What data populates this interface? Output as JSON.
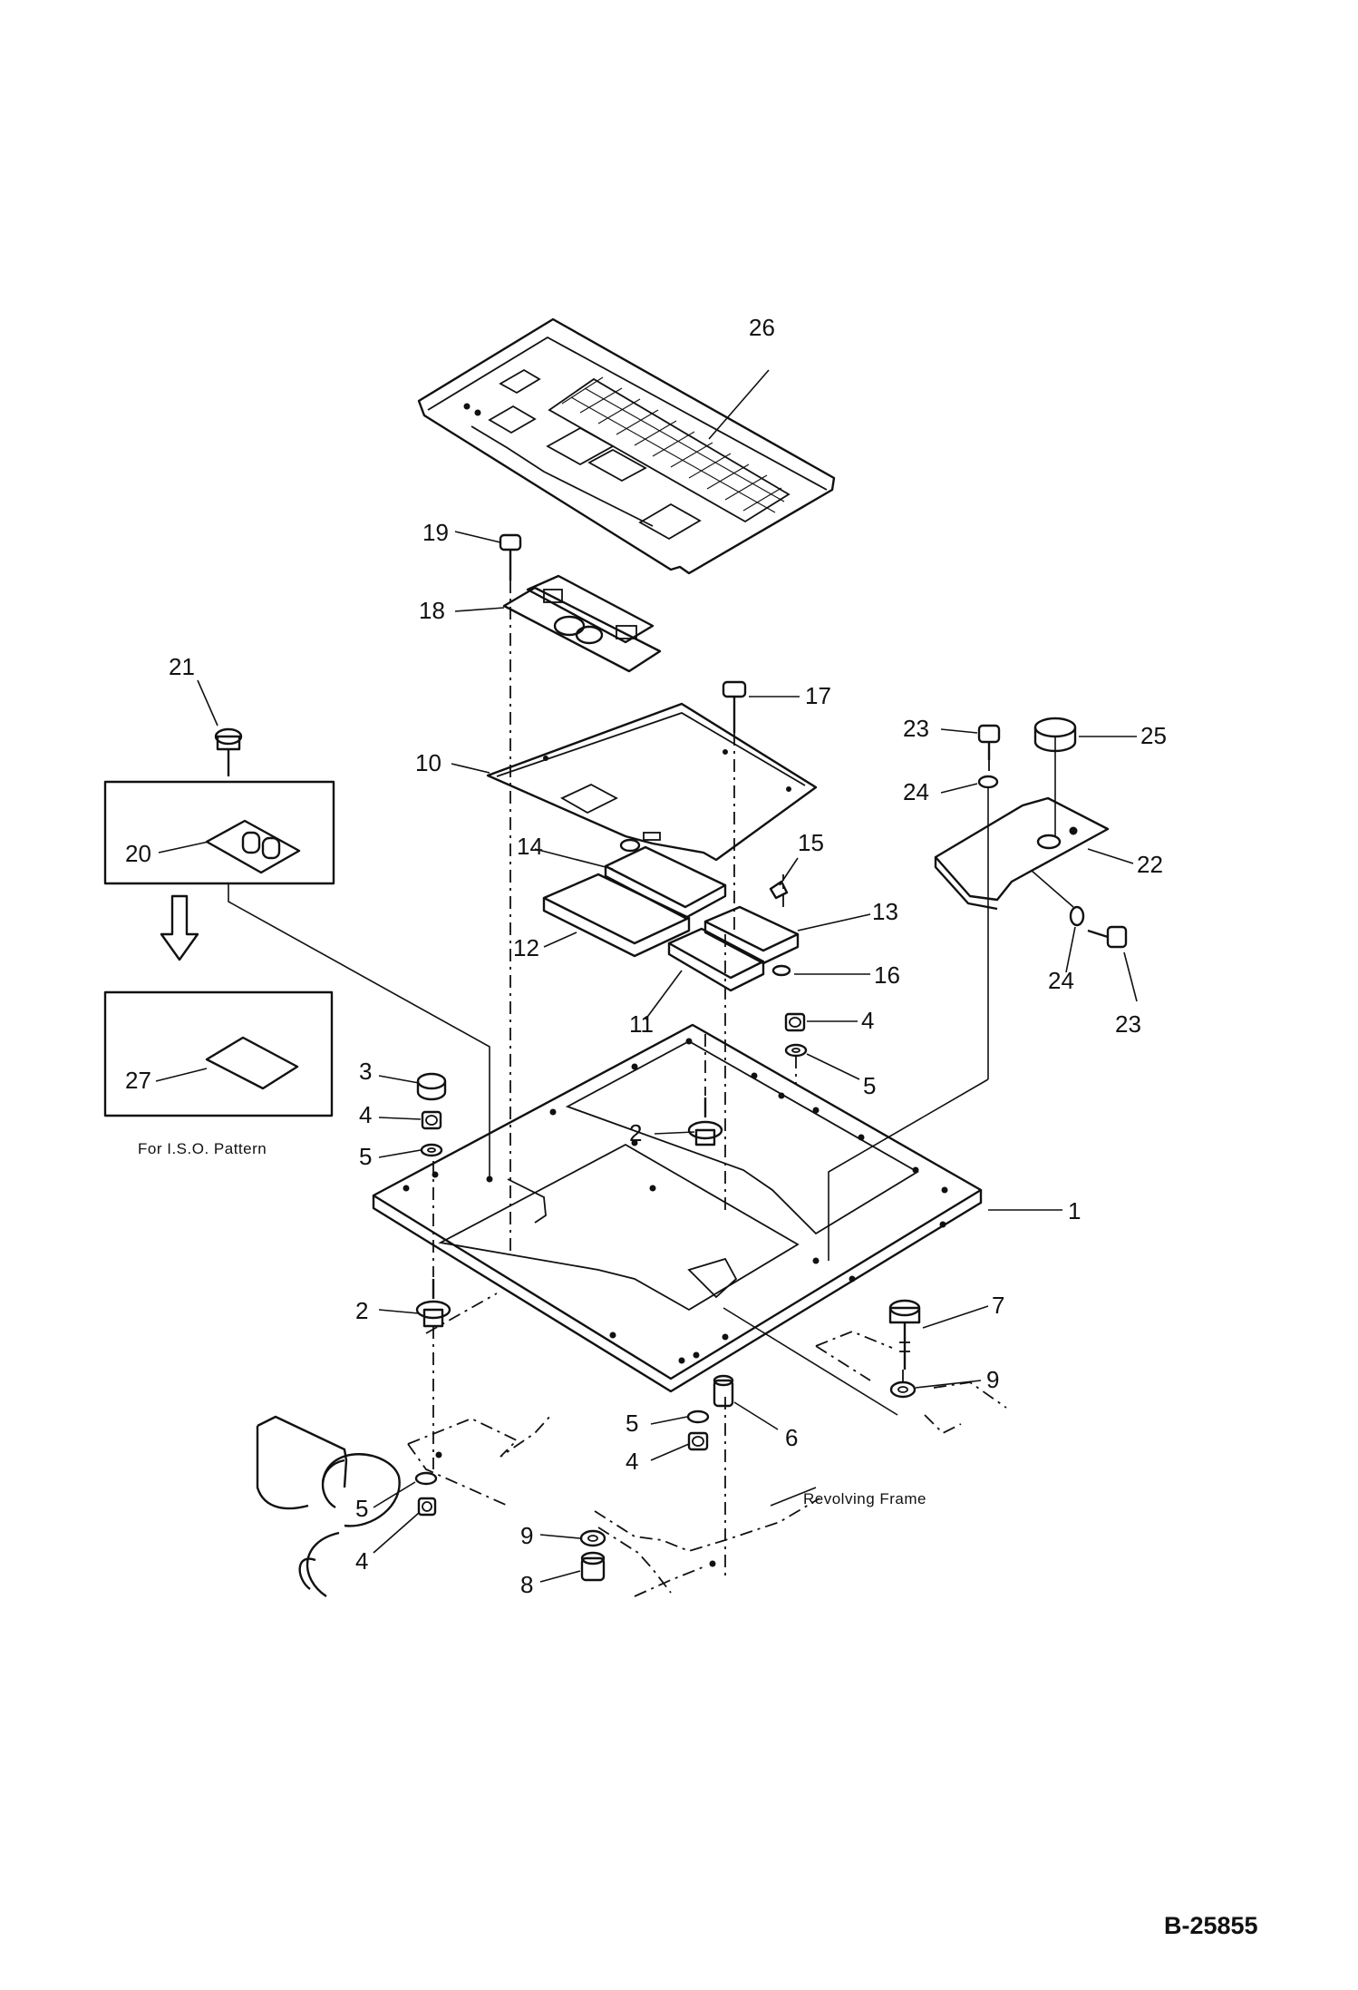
{
  "parts": {
    "p1": "1",
    "p2a": "2",
    "p2b": "2",
    "p3": "3",
    "p4a": "4",
    "p4b": "4",
    "p4c": "4",
    "p4d": "4",
    "p5a": "5",
    "p5b": "5",
    "p5c": "5",
    "p5d": "5",
    "p6": "6",
    "p7": "7",
    "p8": "8",
    "p9a": "9",
    "p9b": "9",
    "p10": "10",
    "p11": "11",
    "p12": "12",
    "p13": "13",
    "p14": "14",
    "p15": "15",
    "p16": "16",
    "p17": "17",
    "p18": "18",
    "p19": "19",
    "p20": "20",
    "p21": "21",
    "p22": "22",
    "p23a": "23",
    "p23b": "23",
    "p24a": "24",
    "p24b": "24",
    "p25": "25",
    "p26": "26",
    "p27": "27"
  },
  "captions": {
    "iso_pattern": "For I.S.O. Pattern",
    "revolving_frame": "Revolving Frame"
  },
  "drawing_number": "B-25855"
}
